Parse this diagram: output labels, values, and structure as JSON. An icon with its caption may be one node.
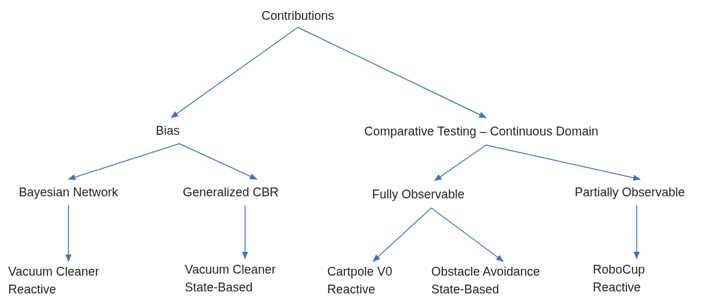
{
  "diagram": {
    "nodes": [
      {
        "text": [
          "Contributions"
        ]
      },
      {
        "text": [
          "Bias"
        ]
      },
      {
        "text": [
          "Comparative Testing – Continuous Domain"
        ]
      },
      {
        "text": [
          "Bayesian Network"
        ]
      },
      {
        "text": [
          "Generalized CBR"
        ]
      },
      {
        "text": [
          "Fully Observable"
        ]
      },
      {
        "text": [
          "Partially Observable"
        ]
      },
      {
        "text": [
          "Vacuum Cleaner Reactive"
        ]
      },
      {
        "text": [
          "Vacuum Cleaner State-Based"
        ]
      },
      {
        "text": [
          "Cartpole V0 Reactive"
        ]
      },
      {
        "text": [
          "Obstacle Avoidance State-Based"
        ]
      },
      {
        "text": [
          "RoboCup Reactive"
        ]
      }
    ],
    "edges": [
      {
        "from": 0,
        "to": 1,
        "arrow": "to"
      },
      {
        "from": 0,
        "to": 2,
        "arrow": "to"
      },
      {
        "from": 1,
        "to": 3,
        "arrow": "to"
      },
      {
        "from": 1,
        "to": 4,
        "arrow": "to"
      },
      {
        "from": 2,
        "to": 5,
        "arrow": "to"
      },
      {
        "from": 2,
        "to": 6,
        "arrow": "to"
      },
      {
        "from": 3,
        "to": 7,
        "arrow": "to"
      },
      {
        "from": 4,
        "to": 8,
        "arrow": "to"
      },
      {
        "from": 5,
        "to": 9,
        "arrow": "to"
      },
      {
        "from": 5,
        "to": 10,
        "arrow": "to"
      },
      {
        "from": 6,
        "to": 11,
        "arrow": "to"
      }
    ]
  }
}
